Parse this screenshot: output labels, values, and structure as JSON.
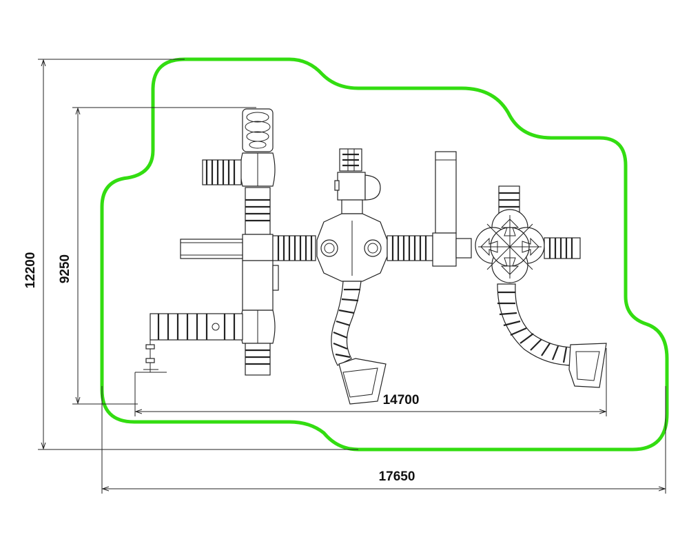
{
  "dimensions": {
    "overall_width": "17650",
    "overall_height": "12200",
    "equipment_width": "14700",
    "equipment_height": "9250"
  },
  "colors": {
    "safety_zone": "#33dd11",
    "line": "#222222",
    "background": "#ffffff"
  }
}
